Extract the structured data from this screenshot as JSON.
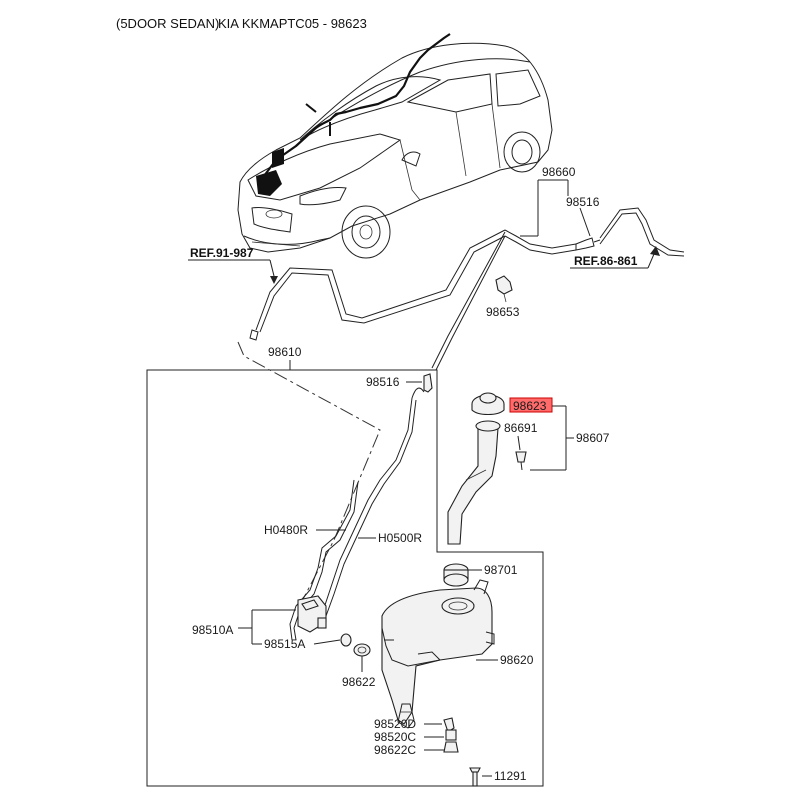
{
  "header": {
    "model": "(5DOOR SEDAN)",
    "code": "KIA KKMAPTC05 - 98623"
  },
  "labels": {
    "p98660": "98660",
    "p98516_top": "98516",
    "ref_left": "REF.91-987",
    "ref_right": "REF.86-861",
    "p98653": "98653",
    "p98610": "98610",
    "p98516_box": "98516",
    "p98623": "98623",
    "p86691": "86691",
    "p98607": "98607",
    "pH0480R": "H0480R",
    "pH0500R": "H0500R",
    "p98701": "98701",
    "p98510A": "98510A",
    "p98515A": "98515A",
    "p98620": "98620",
    "p98622": "98622",
    "p98520D": "98520D",
    "p98520C": "98520C",
    "p98622C": "98622C",
    "p11291": "11291"
  },
  "highlight": {
    "part": "98623",
    "color": "#ff6b6b"
  }
}
